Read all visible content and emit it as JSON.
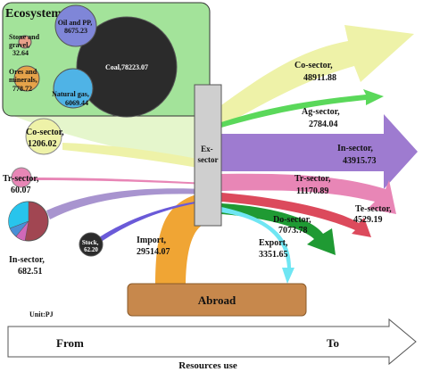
{
  "ecosystem": {
    "title": "Ecosystem",
    "coal": "Coal,78223.07",
    "oil_pp": [
      "Oil and PP,",
      "8675.23"
    ],
    "stone_gravel": [
      "Stone and",
      "gravel,",
      "32.64"
    ],
    "ores_minerals": [
      "Ores and",
      "minerals,",
      "778.72"
    ],
    "natural_gas": [
      "Natural gas,",
      "6069.44"
    ]
  },
  "ex_sector": [
    "Ex-",
    "sector"
  ],
  "abroad": "Abroad",
  "unit": "Unit:PJ",
  "left_inputs": {
    "co_sector": [
      "Co-sector,",
      "1206.02"
    ],
    "tr_sector": [
      "Tr-sector,",
      "60.07"
    ],
    "in_sector": [
      "In-sector,",
      "682.51"
    ],
    "stock": [
      "Stock,",
      "62.20"
    ],
    "import": [
      "Import,",
      "29514.07"
    ]
  },
  "outputs": {
    "co_sector": [
      "Co-sector,",
      "48911.88"
    ],
    "ag_sector": [
      "Ag-sector,",
      "2784.04"
    ],
    "in_sector": [
      "In-sector,",
      "43915.73"
    ],
    "tr_sector": [
      "Tr-sector,",
      "11170.89"
    ],
    "te_sector": [
      "Te-sector,",
      "4529.19"
    ],
    "do_sector": [
      "Do-sector,",
      "7073.78"
    ],
    "export": [
      "Export,",
      "3351.65"
    ]
  },
  "timeline": {
    "from": "From",
    "to": "To",
    "caption": "Resources use"
  },
  "colors": {
    "ecosystem_bg": "#a3e39a",
    "coal": "#2b2b2b",
    "oil_pp": "#7f86d8",
    "stone": "#e8a08a",
    "ores": "#e6a34a",
    "gas": "#4fb3e6",
    "co": "#eef2a8",
    "ag": "#5ad85a",
    "in": "#9e7bd0",
    "tr": "#e886b6",
    "te": "#dc4a5c",
    "do": "#1f9a33",
    "export": "#6fe6f3",
    "import": "#f0a534",
    "abroad": "#c7884c",
    "ex_sector": "#cfcfcf"
  }
}
